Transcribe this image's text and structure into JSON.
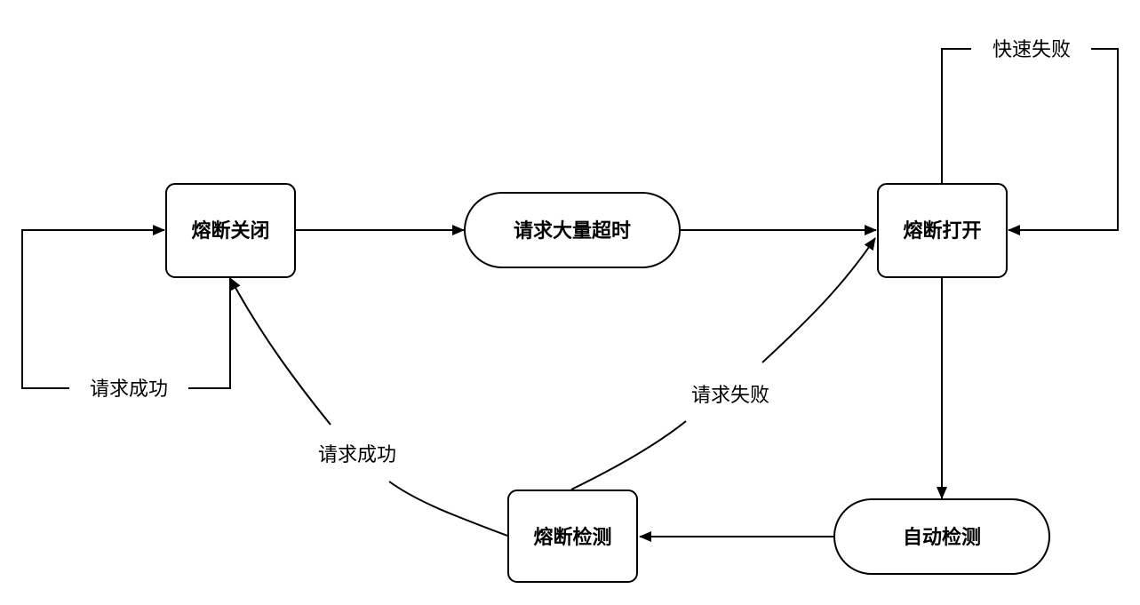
{
  "nodes": {
    "breaker_closed": "熔断关闭",
    "mass_timeouts": "请求大量超时",
    "breaker_open": "熔断打开",
    "auto_check": "自动检测",
    "breaker_probe": "熔断检测"
  },
  "edges": {
    "closed_self_loop": "请求成功",
    "open_self_loop": "快速失败",
    "probe_to_closed": "请求成功",
    "probe_to_open": "请求失败"
  },
  "colors": {
    "stroke": "#000000",
    "background": "#ffffff"
  }
}
